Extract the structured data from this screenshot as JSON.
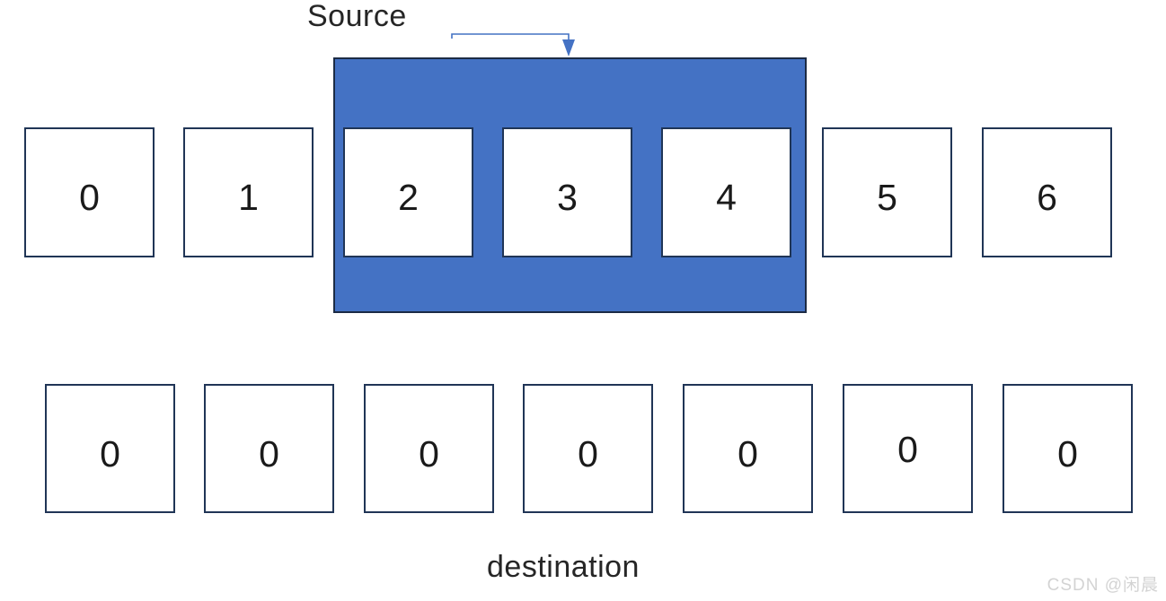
{
  "labels": {
    "source": "Source",
    "destination": "destination",
    "watermark": "CSDN @闲晨"
  },
  "source_array": {
    "cells": [
      "0",
      "1",
      "2",
      "3",
      "4",
      "5",
      "6"
    ],
    "highlighted_cells": [
      "2",
      "3",
      "4"
    ]
  },
  "destination_array": {
    "cells": [
      "0",
      "0",
      "0",
      "0",
      "0",
      "0",
      "0"
    ]
  },
  "colors": {
    "highlight_fill": "#4472C4",
    "highlight_border": "#1C2B45",
    "cell_border": "#203556",
    "arrow": "#4472C4",
    "label_text": "#262626",
    "watermark": "#d3d3d3"
  }
}
